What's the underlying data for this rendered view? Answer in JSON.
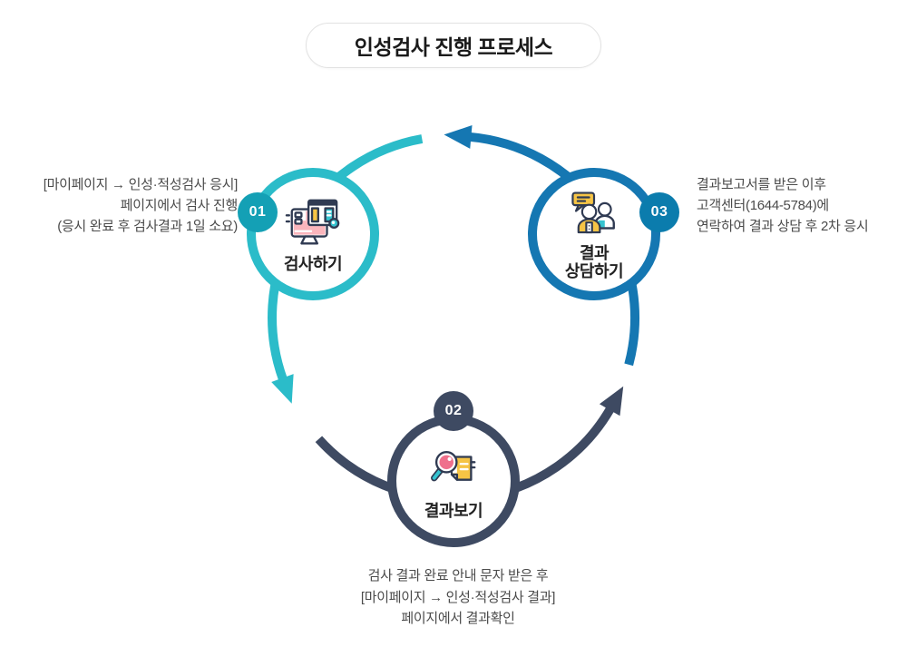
{
  "title": "인성검사 진행 프로세스",
  "colors": {
    "teal": "#2BBCC9",
    "teal_dark": "#14A0B5",
    "blue": "#1577B2",
    "blue_dark": "#0B7CAD",
    "navy": "#3E4A62",
    "title_text": "#1A1A1A",
    "label_text": "#222222",
    "body_text": "#4B4B4B",
    "pill_border": "#E2E2E2",
    "icon_outline": "#2F3A52",
    "icon_yellow": "#F6C445",
    "icon_pink": "#FBB5BC",
    "icon_rose": "#EF708C",
    "icon_teal": "#35C3D0"
  },
  "steps": [
    {
      "number": "01",
      "label": "검사하기",
      "icon": "monitor-test-icon"
    },
    {
      "number": "02",
      "label": "결과보기",
      "icon": "magnifier-document-icon"
    },
    {
      "number": "03",
      "label": "결과\n상담하기",
      "icon": "consultation-people-icon"
    }
  ],
  "descriptions": {
    "step1": {
      "lines": [
        "[마이페이지 → 인성·적성검사 응시]",
        "페이지에서 검사 진행",
        "(응시 완료 후 검사결과 1일 소요)"
      ]
    },
    "step2": {
      "lines": [
        "검사 결과 완료 안내 문자 받은 후",
        "[마이페이지 → 인성·적성검사 결과]",
        "페이지에서 결과확인"
      ]
    },
    "step3": {
      "lines": [
        "결과보고서를 받은 이후",
        "고객센터(1644-5784)에",
        "연락하여 결과 상담 후 2차 응시"
      ]
    }
  }
}
